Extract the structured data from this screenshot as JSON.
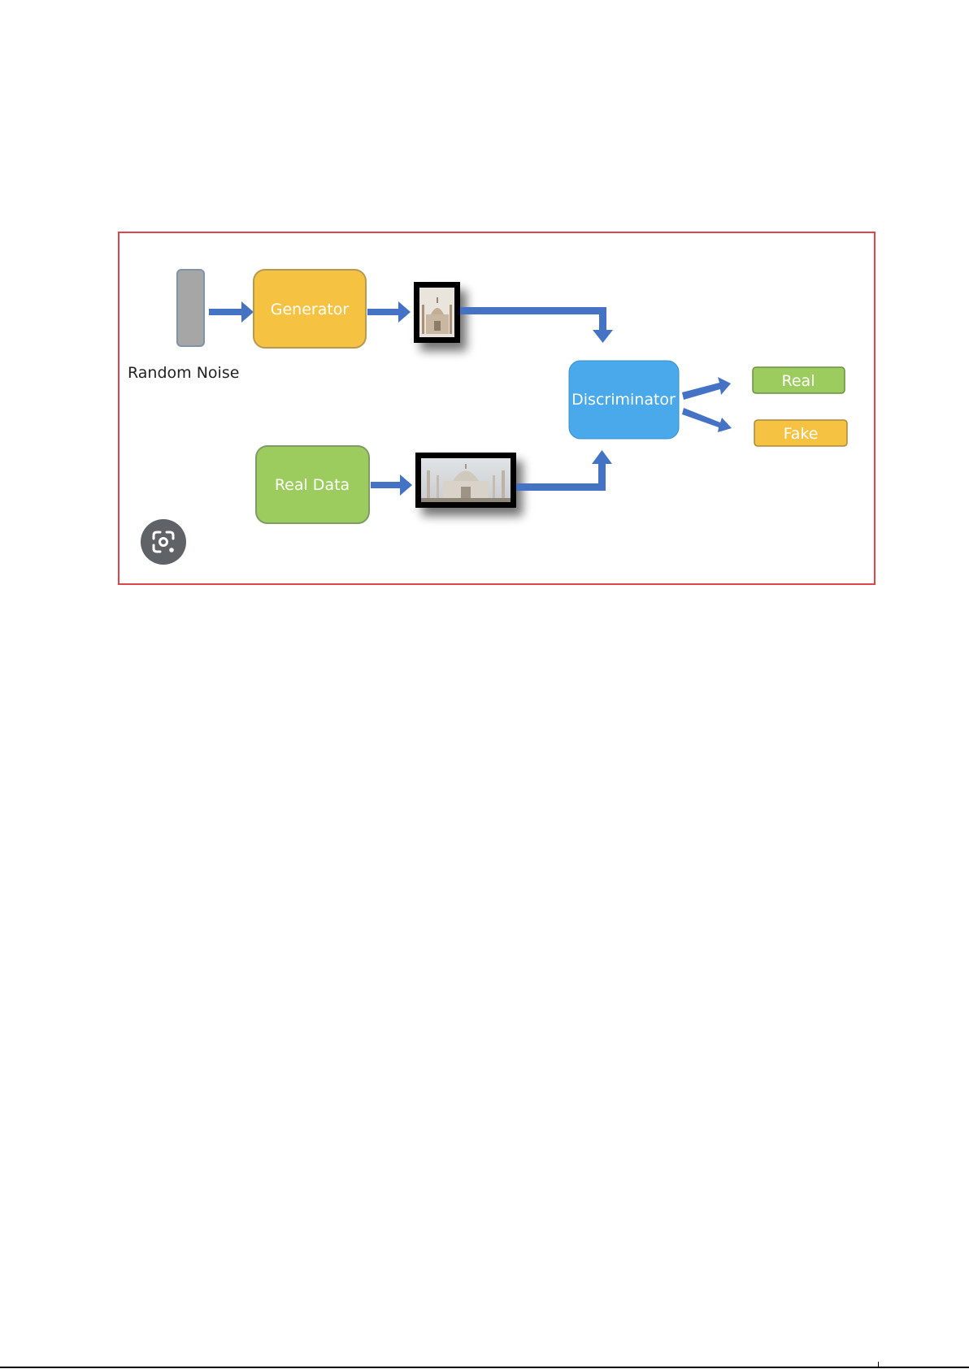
{
  "diagram": {
    "nodes": {
      "random_noise": {
        "label": "Random Noise",
        "color": "#a6a6a6"
      },
      "generator": {
        "label": "Generator",
        "color": "#f5c242"
      },
      "real_data": {
        "label": "Real Data",
        "color": "#9ccc5e"
      },
      "discriminator": {
        "label": "Discriminator",
        "color": "#49a9ea"
      },
      "real_output": {
        "label": "Real",
        "color": "#9ccc5e"
      },
      "fake_output": {
        "label": "Fake",
        "color": "#f5c242"
      }
    },
    "edges": [
      {
        "from": "random_noise",
        "to": "generator"
      },
      {
        "from": "generator",
        "to": "generated-image"
      },
      {
        "from": "generated-image",
        "to": "discriminator"
      },
      {
        "from": "real_data",
        "to": "real-image"
      },
      {
        "from": "real-image",
        "to": "discriminator"
      },
      {
        "from": "discriminator",
        "to": "real_output"
      },
      {
        "from": "discriminator",
        "to": "fake_output"
      }
    ],
    "colors": {
      "arrow": "#4472c4",
      "frame_border": "#e0454b",
      "lens_button": "#5f6368"
    },
    "icons": {
      "lens_button": "google-lens-icon",
      "generated_image": "taj-mahal-image",
      "real_image": "taj-mahal-image"
    }
  }
}
